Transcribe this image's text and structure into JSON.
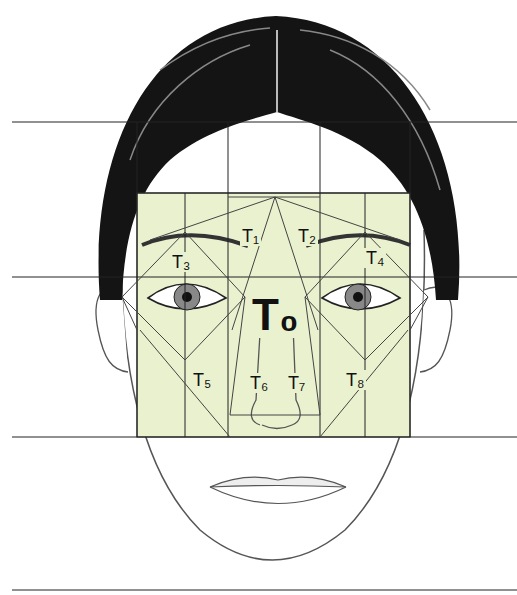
{
  "diagram": {
    "labels": [
      "T₁",
      "T₂",
      "T₃",
      "T₄",
      "T₀",
      "T₅",
      "T₆",
      "T₇",
      "T₈"
    ]
  }
}
